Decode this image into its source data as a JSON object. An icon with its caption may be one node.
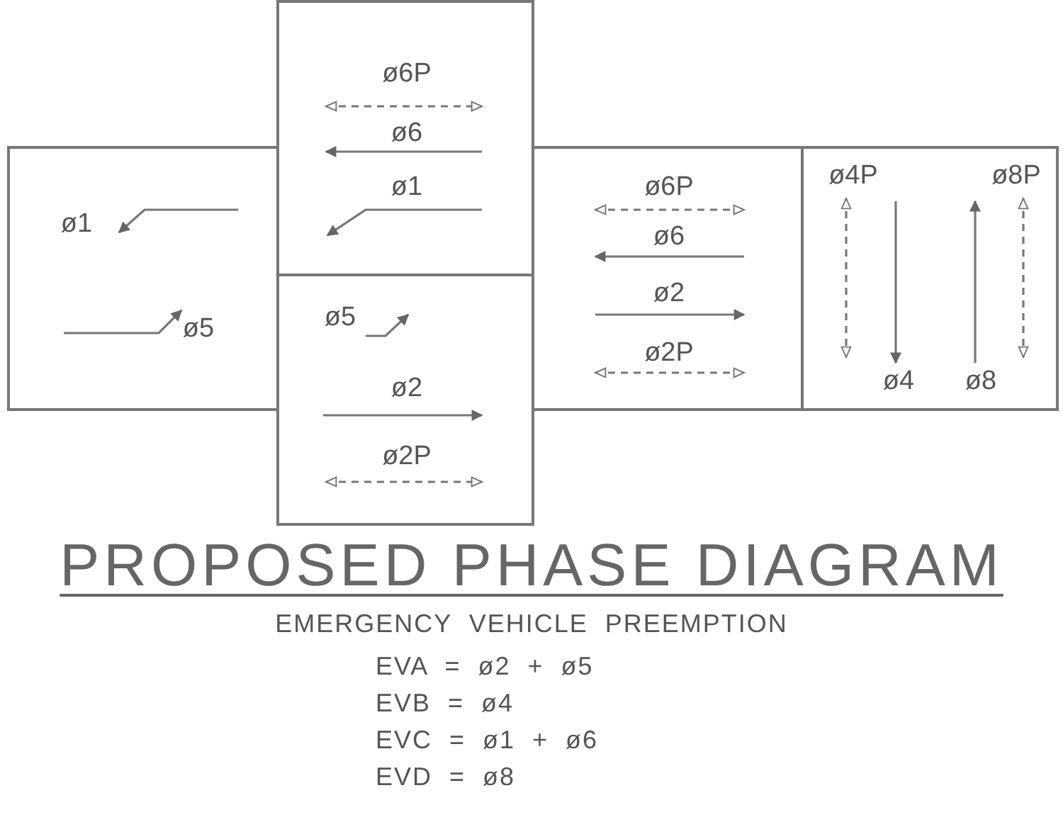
{
  "diagram": {
    "title": "PROPOSED PHASE DIAGRAM",
    "nodes": [
      {
        "text": [
          "ø1",
          "ø5"
        ]
      },
      {
        "text": [
          "ø6P",
          "ø6",
          "ø1"
        ]
      },
      {
        "text": [
          "ø5",
          "ø2",
          "ø2P"
        ]
      },
      {
        "text": [
          "ø6P",
          "ø6",
          "ø2",
          "ø2P"
        ]
      },
      {
        "text": [
          "ø4P",
          "ø8P",
          "ø4",
          "ø8"
        ]
      }
    ],
    "labels": [
      "EMERGENCY VEHICLE PREEMPTION",
      "EVA = ø2 + ø5",
      "EVB = ø4",
      "EVC = ø1 + ø6",
      "EVD = ø8"
    ]
  }
}
